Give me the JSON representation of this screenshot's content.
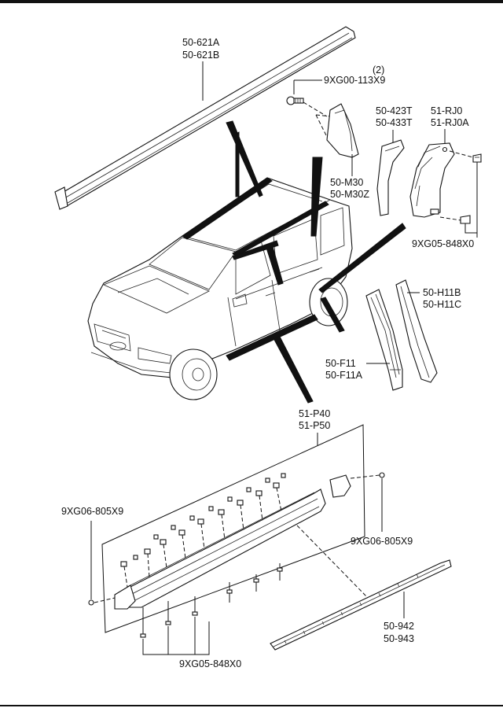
{
  "labels": {
    "roof_rail": [
      "50-621A",
      "50-621B"
    ],
    "qty_note": "(2)",
    "bolt_top": "9XG00-113X9",
    "cover_upper": [
      "50-M30",
      "50-M30Z"
    ],
    "garnish_a": [
      "50-423T",
      "50-433T"
    ],
    "garnish_b": [
      "51-RJ0",
      "51-RJ0A"
    ],
    "clip_right_top": "9XG05-848X0",
    "molding_b": [
      "50-H11B",
      "50-H11C"
    ],
    "molding_a": [
      "50-F11",
      "50-F11A"
    ],
    "sill_step": [
      "51-P40",
      "51-P50"
    ],
    "screw_left": "9XG06-805X9",
    "screw_right": "9XG06-805X9",
    "clip_bottom": "9XG05-848X0",
    "strip": [
      "50-942",
      "50-943"
    ]
  }
}
